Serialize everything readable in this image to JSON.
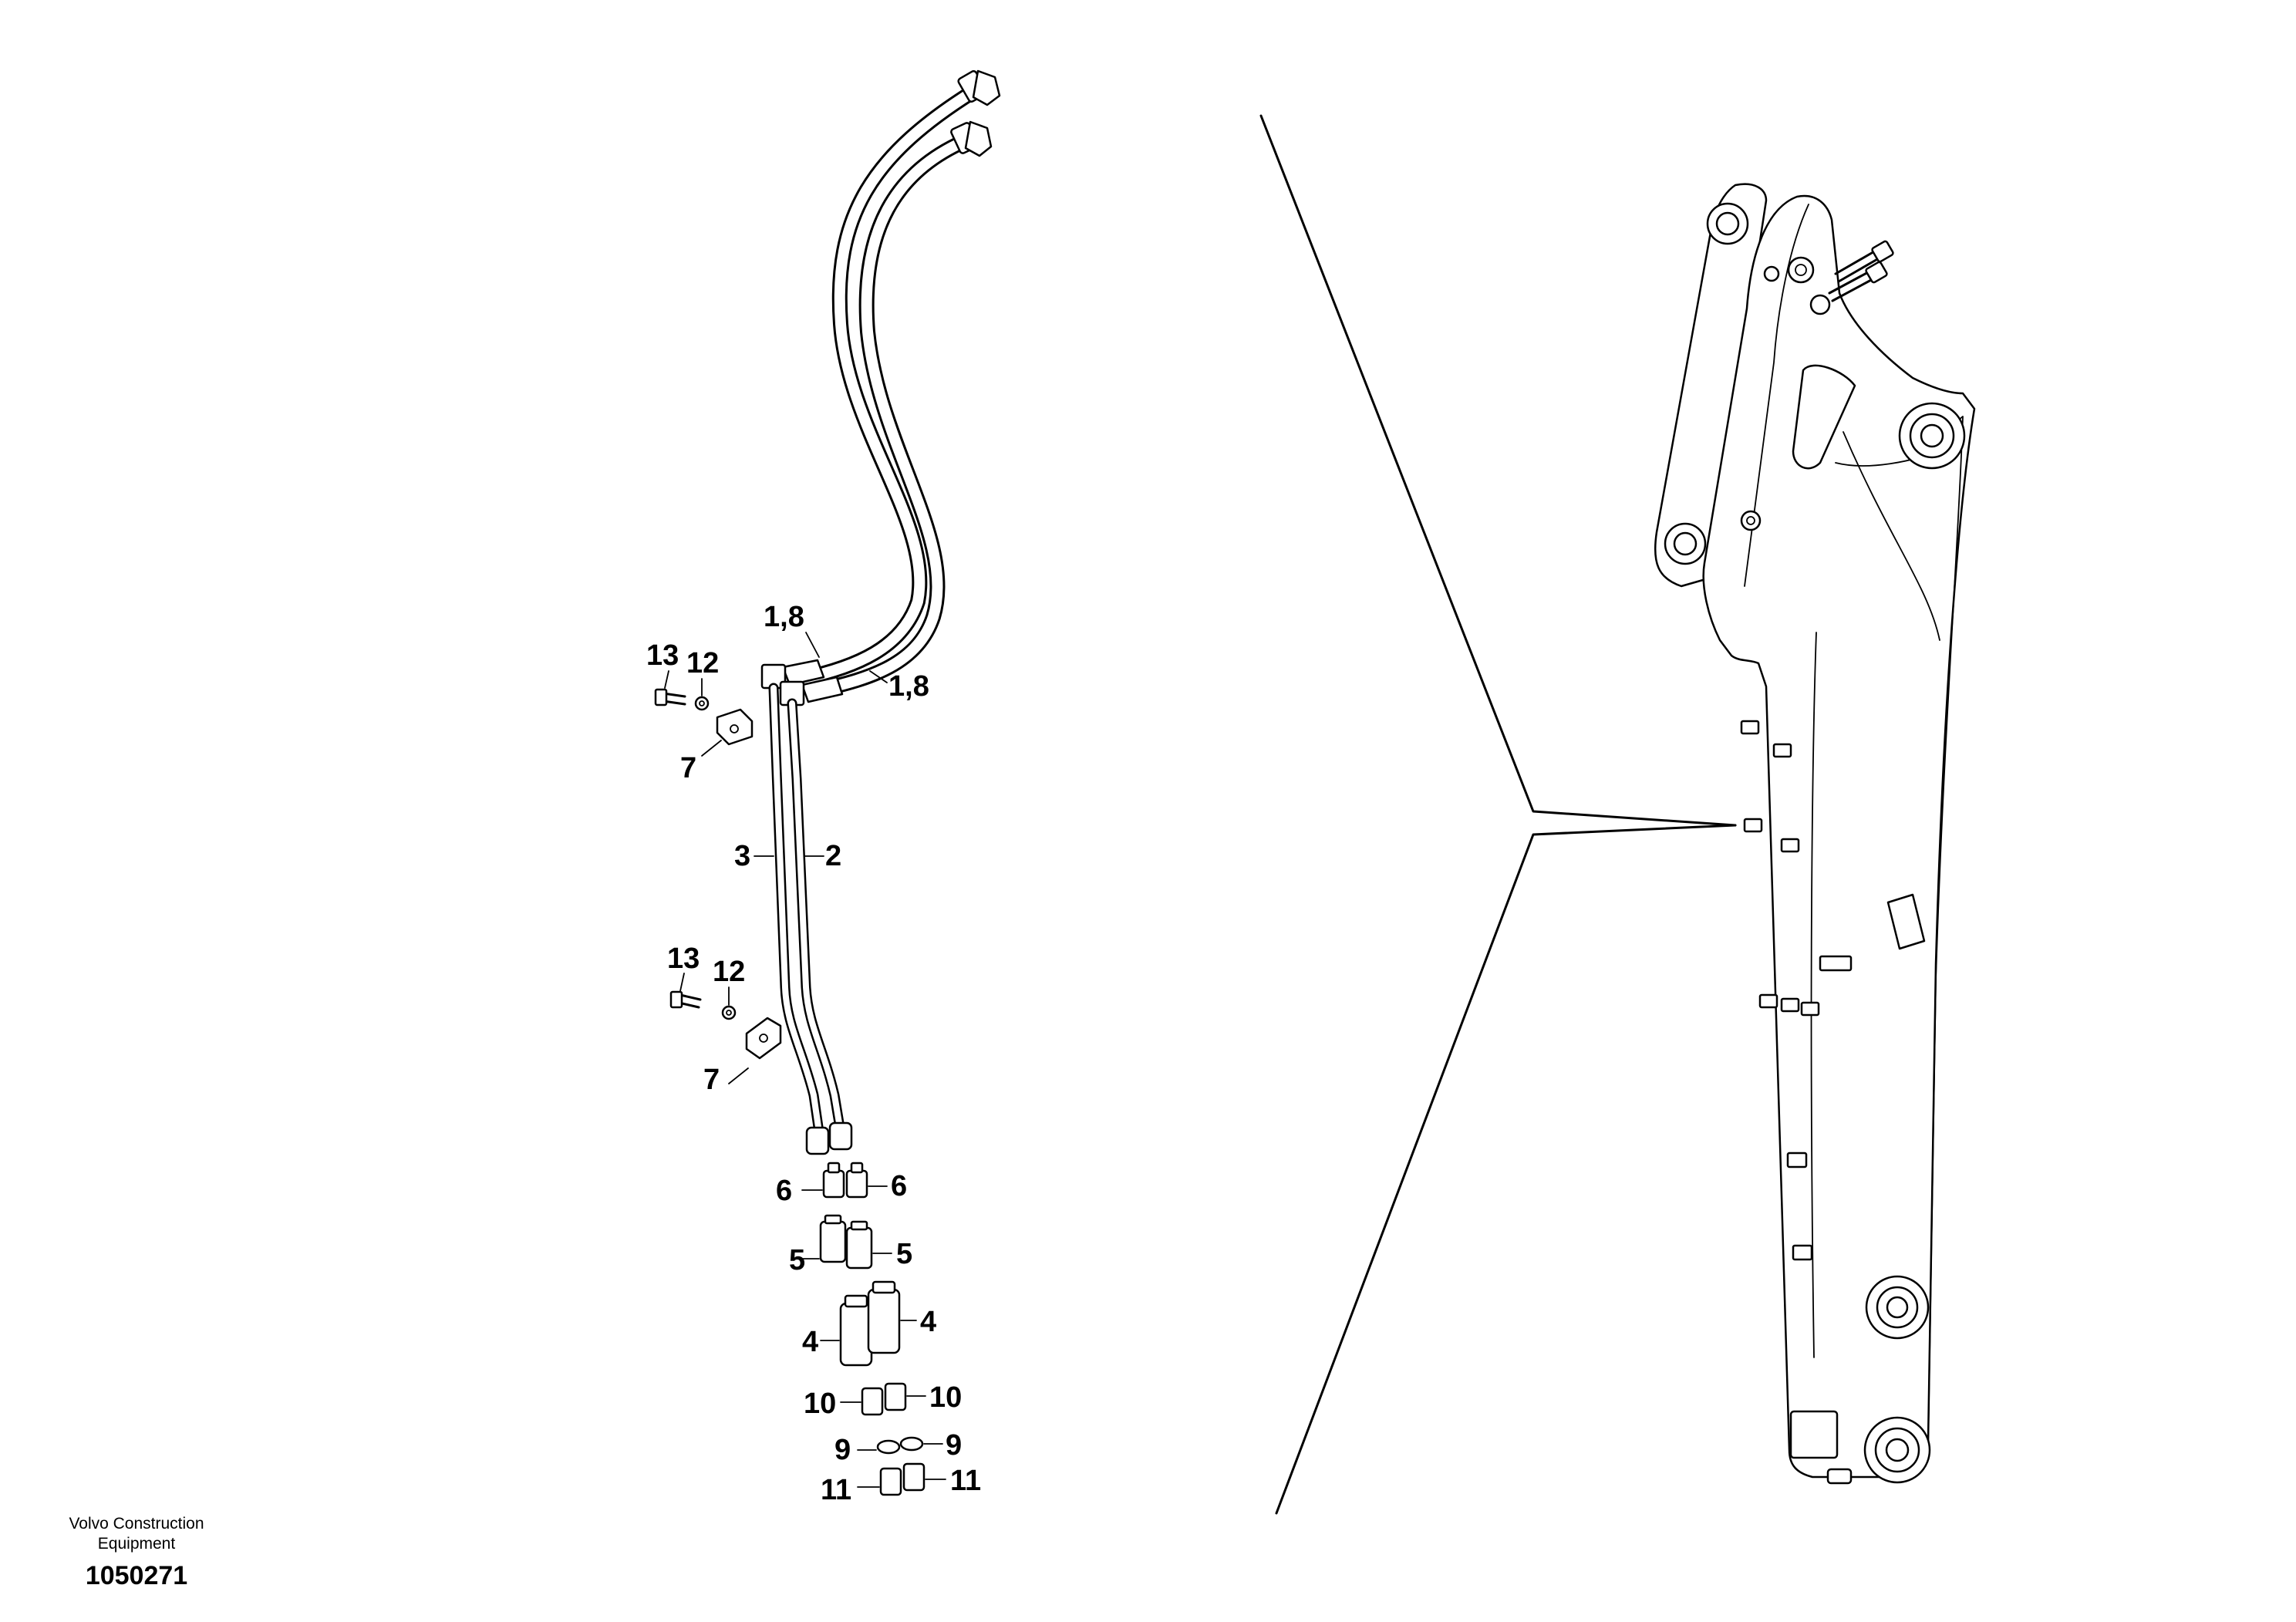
{
  "diagram": {
    "callouts": [
      {
        "id": "c-1-8-top",
        "text": "1,8"
      },
      {
        "id": "c-1-8-right",
        "text": "1,8"
      },
      {
        "id": "c-13-top",
        "text": "13"
      },
      {
        "id": "c-12-top",
        "text": "12"
      },
      {
        "id": "c-7-top",
        "text": "7"
      },
      {
        "id": "c-3",
        "text": "3"
      },
      {
        "id": "c-2",
        "text": "2"
      },
      {
        "id": "c-13-mid",
        "text": "13"
      },
      {
        "id": "c-12-mid",
        "text": "12"
      },
      {
        "id": "c-7-mid",
        "text": "7"
      },
      {
        "id": "c-6-left",
        "text": "6"
      },
      {
        "id": "c-6-right",
        "text": "6"
      },
      {
        "id": "c-5-left",
        "text": "5"
      },
      {
        "id": "c-5-right",
        "text": "5"
      },
      {
        "id": "c-4-right",
        "text": "4"
      },
      {
        "id": "c-4-left",
        "text": "4"
      },
      {
        "id": "c-10-left",
        "text": "10"
      },
      {
        "id": "c-10-right",
        "text": "10"
      },
      {
        "id": "c-9-left",
        "text": "9"
      },
      {
        "id": "c-9-right",
        "text": "9"
      },
      {
        "id": "c-11-left",
        "text": "11"
      },
      {
        "id": "c-11-right",
        "text": "11"
      }
    ]
  },
  "footer": {
    "company_line1": "Volvo Construction",
    "company_line2": "Equipment",
    "figure_number": "1050271"
  }
}
